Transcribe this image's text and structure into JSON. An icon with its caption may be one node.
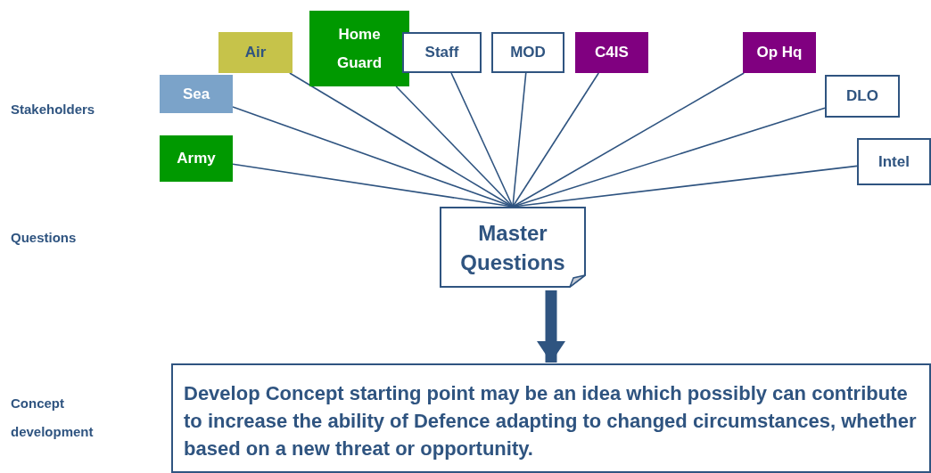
{
  "diagram": {
    "nodes": [
      {
        "text": [
          "Home Guard"
        ]
      },
      {
        "text": [
          "Air"
        ]
      },
      {
        "text": [
          "Staff"
        ]
      },
      {
        "text": [
          "MOD"
        ]
      },
      {
        "text": [
          "C4IS"
        ]
      },
      {
        "text": [
          "Op Hq"
        ]
      },
      {
        "text": [
          "Sea"
        ]
      },
      {
        "text": [
          "DLO"
        ]
      },
      {
        "text": [
          "Army"
        ]
      },
      {
        "text": [
          "Intel"
        ]
      },
      {
        "text": [
          "Master Questions"
        ]
      },
      {
        "text": [
          "Develop Concept starting point may be an idea which possibly can contribute to increase the ability of Defence adapting to changed circumstances, whether based on a new threat or opportunity."
        ]
      }
    ],
    "edges": [
      {
        "from": 0,
        "to": 10,
        "arrow": "none"
      },
      {
        "from": 1,
        "to": 10,
        "arrow": "none"
      },
      {
        "from": 2,
        "to": 10,
        "arrow": "none"
      },
      {
        "from": 3,
        "to": 10,
        "arrow": "none"
      },
      {
        "from": 4,
        "to": 10,
        "arrow": "none"
      },
      {
        "from": 5,
        "to": 10,
        "arrow": "none"
      },
      {
        "from": 6,
        "to": 10,
        "arrow": "none"
      },
      {
        "from": 7,
        "to": 10,
        "arrow": "none"
      },
      {
        "from": 8,
        "to": 10,
        "arrow": "none"
      },
      {
        "from": 9,
        "to": 10,
        "arrow": "none"
      },
      {
        "from": 10,
        "to": 11,
        "arrow": "to",
        "style": "thick"
      }
    ],
    "labels": [
      "Stakeholders",
      "Questions",
      "Concept development"
    ]
  }
}
